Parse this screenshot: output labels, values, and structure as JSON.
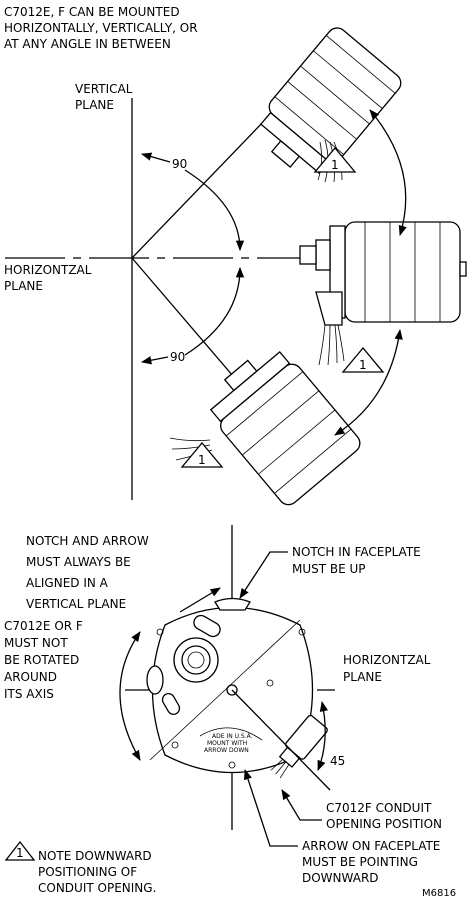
{
  "top_note": [
    "C7012E, F CAN BE MOUNTED",
    "HORIZONTALLY, VERTICALLY, OR",
    "AT ANY ANGLE IN BETWEEN"
  ],
  "vertical_plane": [
    "VERTICAL",
    "PLANE"
  ],
  "horizontal_plane_top": [
    "HORIZONTZAL",
    "PLANE"
  ],
  "angle_upper": "90",
  "angle_lower": "90",
  "note_marker": "1",
  "notch_arrow_note": [
    "NOTCH AND ARROW",
    "MUST ALWAYS BE",
    "ALIGNED IN A",
    "VERTICAL PLANE"
  ],
  "notch_faceplate_note": [
    "NOTCH IN FACEPLATE",
    "MUST BE UP"
  ],
  "no_rotate_note": [
    "C7012E OR F",
    "MUST NOT",
    "BE ROTATED",
    "AROUND",
    "ITS AXIS"
  ],
  "horizontal_plane_bottom": [
    "HORIZONTZAL",
    "PLANE"
  ],
  "angle_45": "45",
  "faceplate_text": [
    "ADE IN U.S.A.",
    "MOUNT   WITH",
    "ARROW     DOWN"
  ],
  "conduit_note": [
    "C7012F CONDUIT",
    "OPENING POSITION"
  ],
  "arrow_note": [
    "ARROW ON FACEPLATE",
    "MUST BE POINTING",
    "DOWNWARD"
  ],
  "footnote": [
    "NOTE DOWNWARD",
    "POSITIONING OF",
    "CONDUIT OPENING."
  ],
  "figure_id": "M6816"
}
